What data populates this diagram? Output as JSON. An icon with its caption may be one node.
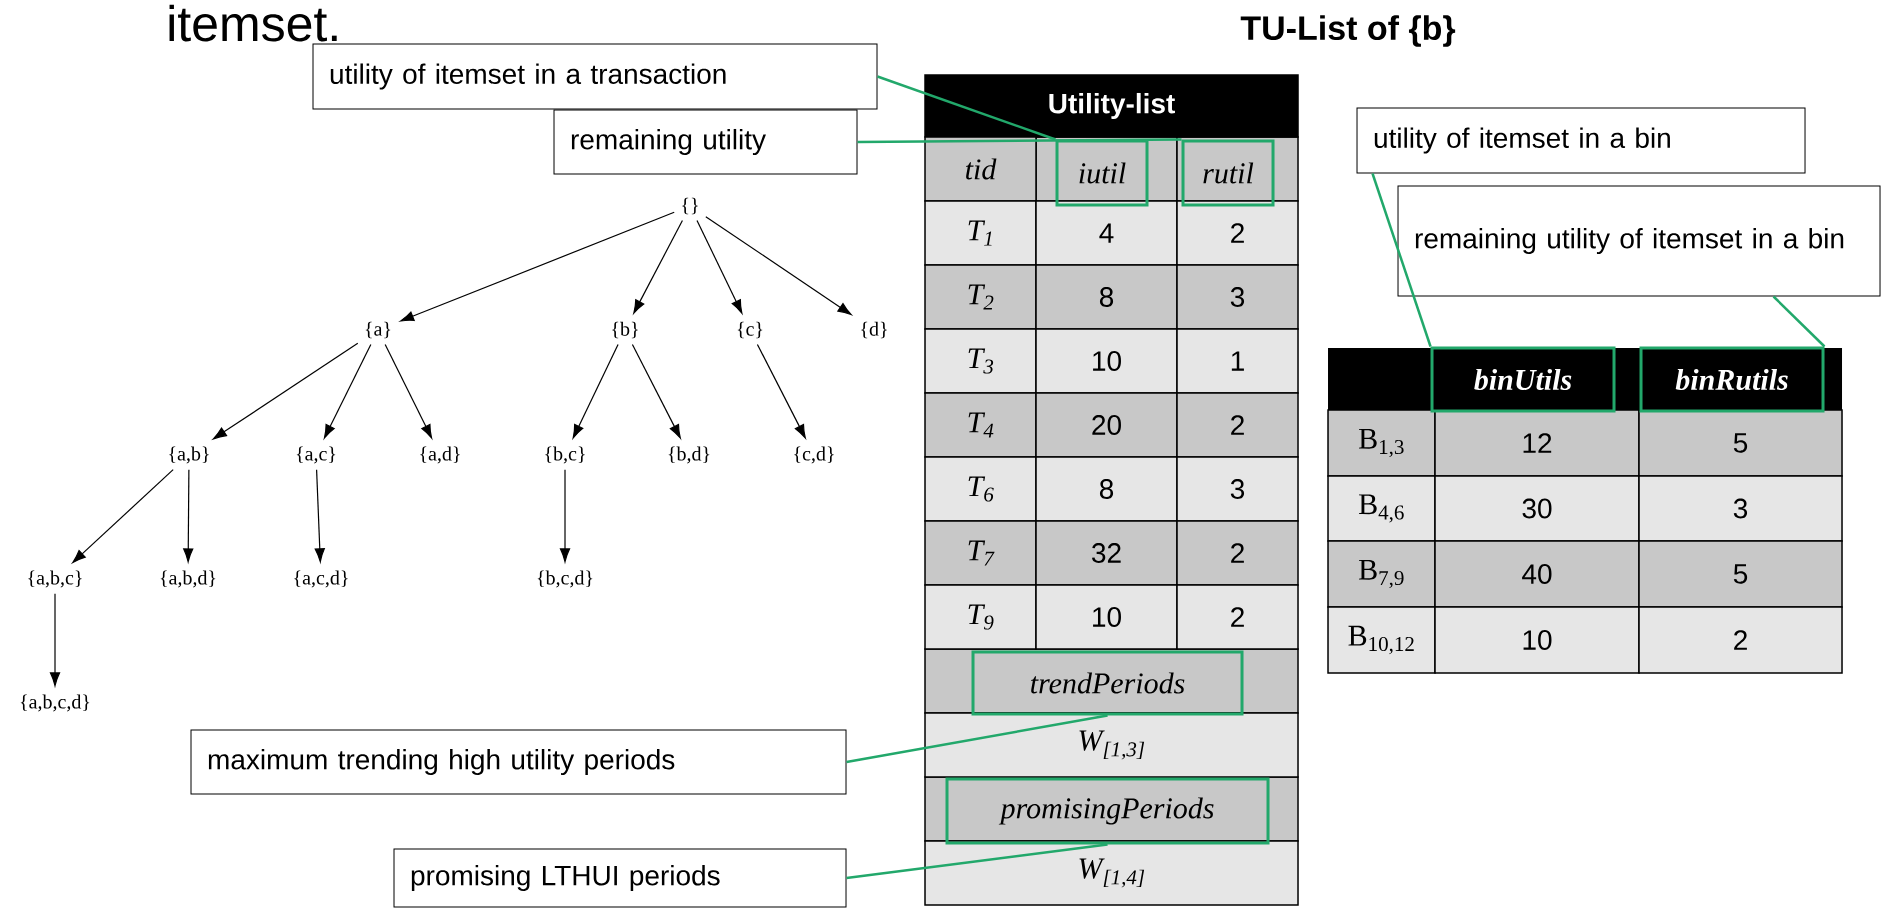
{
  "diagram": {
    "nodes": [
      {
        "text": [
          "{}"
        ]
      },
      {
        "text": [
          "{a}"
        ]
      },
      {
        "text": [
          "{b}"
        ]
      },
      {
        "text": [
          "{c}"
        ]
      },
      {
        "text": [
          "{d}"
        ]
      },
      {
        "text": [
          "{a,b}"
        ]
      },
      {
        "text": [
          "{a,c}"
        ]
      },
      {
        "text": [
          "{a,d}"
        ]
      },
      {
        "text": [
          "{b,c}"
        ]
      },
      {
        "text": [
          "{b,d}"
        ]
      },
      {
        "text": [
          "{c,d}"
        ]
      },
      {
        "text": [
          "{a,b,c}"
        ]
      },
      {
        "text": [
          "{a,b,d}"
        ]
      },
      {
        "text": [
          "{a,c,d}"
        ]
      },
      {
        "text": [
          "{b,c,d}"
        ]
      },
      {
        "text": [
          "{a,b,c,d}"
        ]
      },
      {
        "text": [
          "utility of itemset in a transaction"
        ]
      },
      {
        "text": [
          "remaining utility"
        ]
      },
      {
        "text": [
          "utility of itemset in a bin"
        ]
      },
      {
        "text": [
          "remaining utility of itemset in a bin"
        ]
      },
      {
        "text": [
          "maximum trending high utility periods"
        ]
      },
      {
        "text": [
          "promising LTHUI periods"
        ]
      },
      {
        "text": [
          "iutil"
        ]
      },
      {
        "text": [
          "rutil"
        ]
      },
      {
        "text": [
          "binUtils"
        ]
      },
      {
        "text": [
          "binRutils"
        ]
      },
      {
        "text": [
          "trendPeriods"
        ]
      },
      {
        "text": [
          "promisingPeriods"
        ]
      }
    ],
    "edges": [
      {
        "from": 0,
        "to": 1,
        "arrow": "to"
      },
      {
        "from": 0,
        "to": 2,
        "arrow": "to"
      },
      {
        "from": 0,
        "to": 3,
        "arrow": "to"
      },
      {
        "from": 0,
        "to": 4,
        "arrow": "to"
      },
      {
        "from": 1,
        "to": 5,
        "arrow": "to"
      },
      {
        "from": 1,
        "to": 6,
        "arrow": "to"
      },
      {
        "from": 1,
        "to": 7,
        "arrow": "to"
      },
      {
        "from": 2,
        "to": 8,
        "arrow": "to"
      },
      {
        "from": 2,
        "to": 9,
        "arrow": "to"
      },
      {
        "from": 3,
        "to": 10,
        "arrow": "to"
      },
      {
        "from": 5,
        "to": 11,
        "arrow": "to"
      },
      {
        "from": 5,
        "to": 12,
        "arrow": "to"
      },
      {
        "from": 6,
        "to": 13,
        "arrow": "to"
      },
      {
        "from": 8,
        "to": 14,
        "arrow": "to"
      },
      {
        "from": 11,
        "to": 15,
        "arrow": "to"
      },
      {
        "from": 16,
        "to": 22,
        "arrow": "none",
        "color": "#22a86b"
      },
      {
        "from": 17,
        "to": 23,
        "arrow": "none",
        "color": "#22a86b"
      },
      {
        "from": 18,
        "to": 24,
        "arrow": "none",
        "color": "#22a86b"
      },
      {
        "from": 19,
        "to": 25,
        "arrow": "none",
        "color": "#22a86b"
      },
      {
        "from": 20,
        "to": 26,
        "arrow": "none",
        "color": "#22a86b"
      },
      {
        "from": 21,
        "to": 27,
        "arrow": "none",
        "color": "#22a86b"
      }
    ],
    "labels": [
      "itemset.",
      "TU-List of {b}",
      "Utility-list",
      "tid",
      "T$_{1}$",
      "4",
      "2",
      "T$_{2}$",
      "8",
      "3",
      "T$_{3}$",
      "10",
      "1",
      "T$_{4}$",
      "20",
      "2",
      "T$_{6}$",
      "8",
      "3",
      "T$_{7}$",
      "32",
      "2",
      "T$_{9}$",
      "10",
      "2",
      "W$_{[1,3]}$",
      "W$_{[1,4]}$",
      "B$_{1,3}$",
      "12",
      "5",
      "B$_{4,6}$",
      "30",
      "3",
      "B$_{7,9}$",
      "40",
      "5",
      "B$_{10,12}$",
      "10",
      "2"
    ]
  }
}
